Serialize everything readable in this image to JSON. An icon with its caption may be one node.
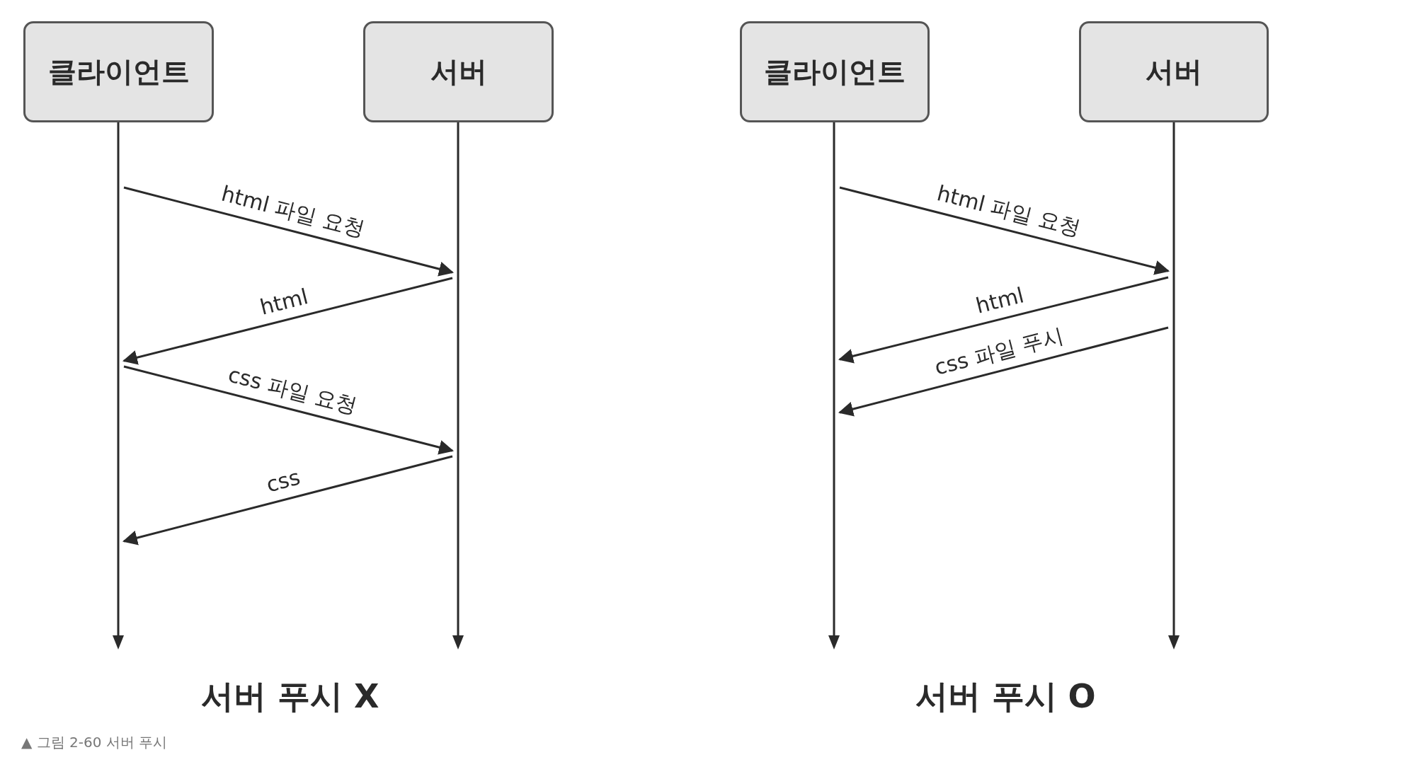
{
  "diagram": {
    "caption": "▲ 그림 2-60 서버 푸시",
    "nodes": [
      {
        "text": [
          "클라이언트"
        ]
      },
      {
        "text": [
          "서버"
        ]
      },
      {
        "text": [
          "클라이언트"
        ]
      },
      {
        "text": [
          "서버"
        ]
      },
      {
        "text": [],
        "shape": "bar"
      },
      {
        "text": [],
        "shape": "bar"
      },
      {
        "text": [],
        "shape": "bar"
      },
      {
        "text": [],
        "shape": "bar"
      }
    ],
    "edges": [
      {
        "from": 4,
        "to": 5,
        "arrow": "to",
        "label": "html 파일 요청"
      },
      {
        "from": 5,
        "to": 4,
        "arrow": "to",
        "label": "html"
      },
      {
        "from": 4,
        "to": 5,
        "arrow": "to",
        "label": "css 파일 요청"
      },
      {
        "from": 5,
        "to": 4,
        "arrow": "to",
        "label": "css"
      },
      {
        "from": 6,
        "to": 7,
        "arrow": "to",
        "label": "html 파일 요청"
      },
      {
        "from": 7,
        "to": 6,
        "arrow": "to",
        "label": "html"
      },
      {
        "from": 7,
        "to": 6,
        "arrow": "to",
        "label": "css 파일 푸시"
      }
    ],
    "labels": [
      "서버 푸시 X",
      "서버 푸시 O"
    ]
  }
}
